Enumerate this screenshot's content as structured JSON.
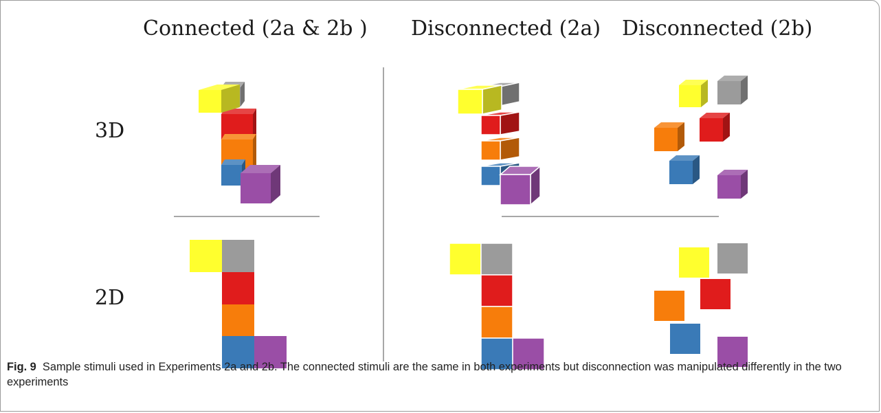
{
  "columns": [
    "Connected (2a & 2b )",
    "Disconnected (2a)",
    "Disconnected (2b)"
  ],
  "rows": [
    "3D",
    "2D"
  ],
  "cube_colors": {
    "yellow": "#ffff2e",
    "gray": "#9b9b9b",
    "red": "#e01c1c",
    "orange": "#f77d0b",
    "blue": "#3a7ab7",
    "purple": "#9a4ea6"
  },
  "caption": {
    "label": "Fig. 9",
    "text": "Sample stimuli used in Experiments 2a and 2b. The connected stimuli are the same in both experiments but disconnection was manipulated differently in the two experiments"
  }
}
